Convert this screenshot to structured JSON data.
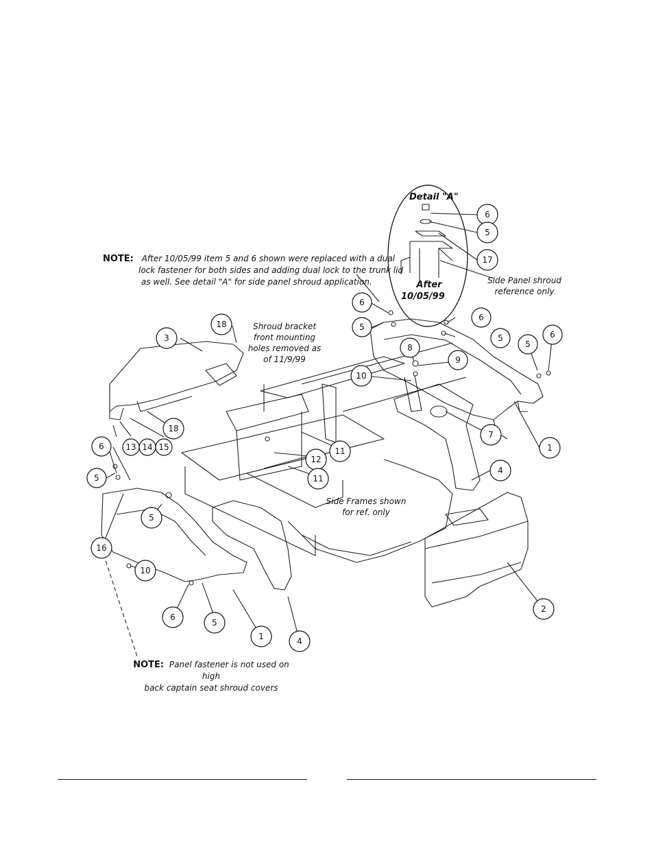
{
  "notes": {
    "top_prefix": "NOTE:",
    "top_line1": "After 10/05/99 item 5 and 6 shown were replaced with a dual",
    "top_line2": "lock fastener for both sides and adding dual lock to the  trunk lid",
    "top_line3": "as well. See detail \"A\" for side panel shroud application.",
    "bottom_prefix": "NOTE:",
    "bottom_line1": "Panel fastener is not used on high",
    "bottom_line2": "back captain seat shroud covers"
  },
  "detail": {
    "title": "Detail \"A\"",
    "after_line1": "After",
    "after_line2": "10/05/99",
    "side_panel_line1": "Side Panel shroud",
    "side_panel_line2": "reference only"
  },
  "annotations": {
    "shroud_line1": "Shroud bracket",
    "shroud_line2": "front mounting",
    "shroud_line3": "holes removed as",
    "shroud_line4": "of 11/9/99",
    "side_frames_line1": "Side Frames shown",
    "side_frames_line2": "for ref. only"
  },
  "callouts": {
    "d6": "6",
    "d5": "5",
    "d17": "17",
    "a6": "6",
    "a5": "5",
    "b6": "6",
    "b5": "5",
    "c5": "5",
    "c6": "6",
    "n8": "8",
    "n9": "9",
    "n10": "10",
    "n18top": "18",
    "n3": "3",
    "n18": "18",
    "n13": "13",
    "n14": "14",
    "n15": "15",
    "n6left": "6",
    "n5left": "5",
    "n5mid": "5",
    "n16": "16",
    "n12": "12",
    "n11a": "11",
    "n11b": "11",
    "n7": "7",
    "n1right": "1",
    "n4right": "4",
    "n10left": "10",
    "n6bottom": "6",
    "n5bottom": "5",
    "n1bottom": "1",
    "n4bottom": "4",
    "n2": "2"
  }
}
